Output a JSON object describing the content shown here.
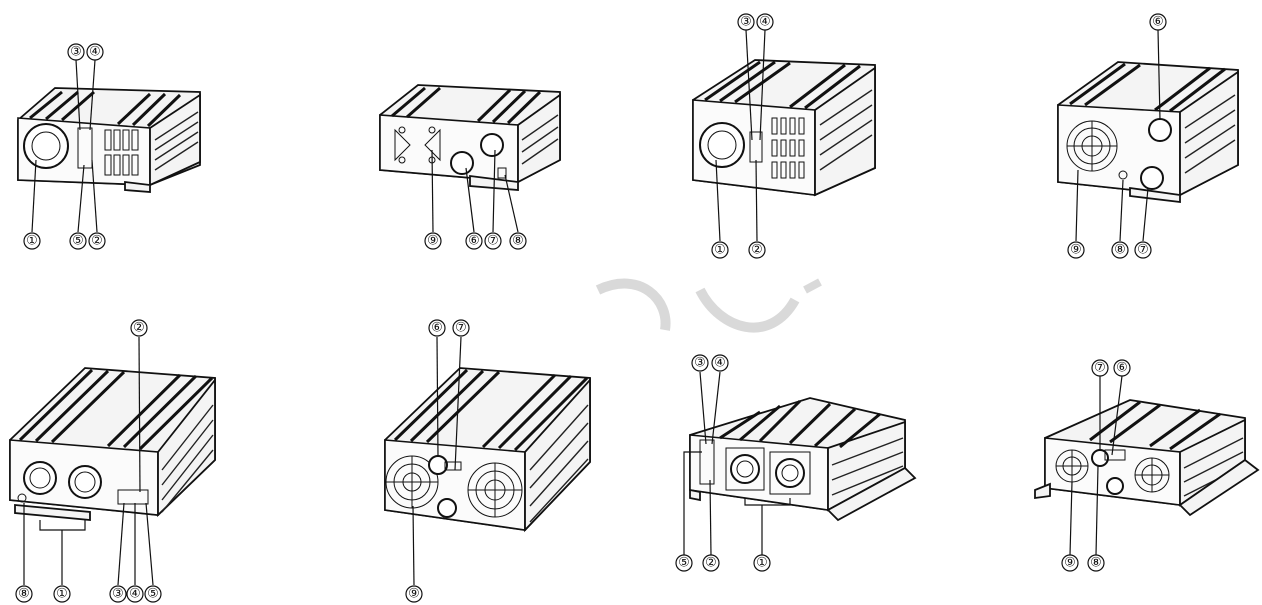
{
  "figure": {
    "watermark_color": "#d9d9d9",
    "line_color": "#111111"
  },
  "views": [
    {
      "id": "view-1",
      "callouts": [
        "③",
        "④",
        "①",
        "⑤",
        "②"
      ]
    },
    {
      "id": "view-2",
      "callouts": [
        "⑨",
        "⑥",
        "⑦",
        "⑧"
      ]
    },
    {
      "id": "view-3",
      "callouts": [
        "③",
        "④",
        "①",
        "②"
      ]
    },
    {
      "id": "view-4",
      "callouts": [
        "⑥",
        "⑨",
        "⑧",
        "⑦"
      ]
    },
    {
      "id": "view-5",
      "callouts": [
        "②",
        "⑧",
        "①",
        "③",
        "④",
        "⑤"
      ]
    },
    {
      "id": "view-6",
      "callouts": [
        "⑥",
        "⑦",
        "⑨"
      ]
    },
    {
      "id": "view-7",
      "callouts": [
        "③",
        "④",
        "⑤",
        "②",
        "①"
      ]
    },
    {
      "id": "view-8",
      "callouts": [
        "⑦",
        "⑥",
        "⑨",
        "⑧"
      ]
    }
  ]
}
